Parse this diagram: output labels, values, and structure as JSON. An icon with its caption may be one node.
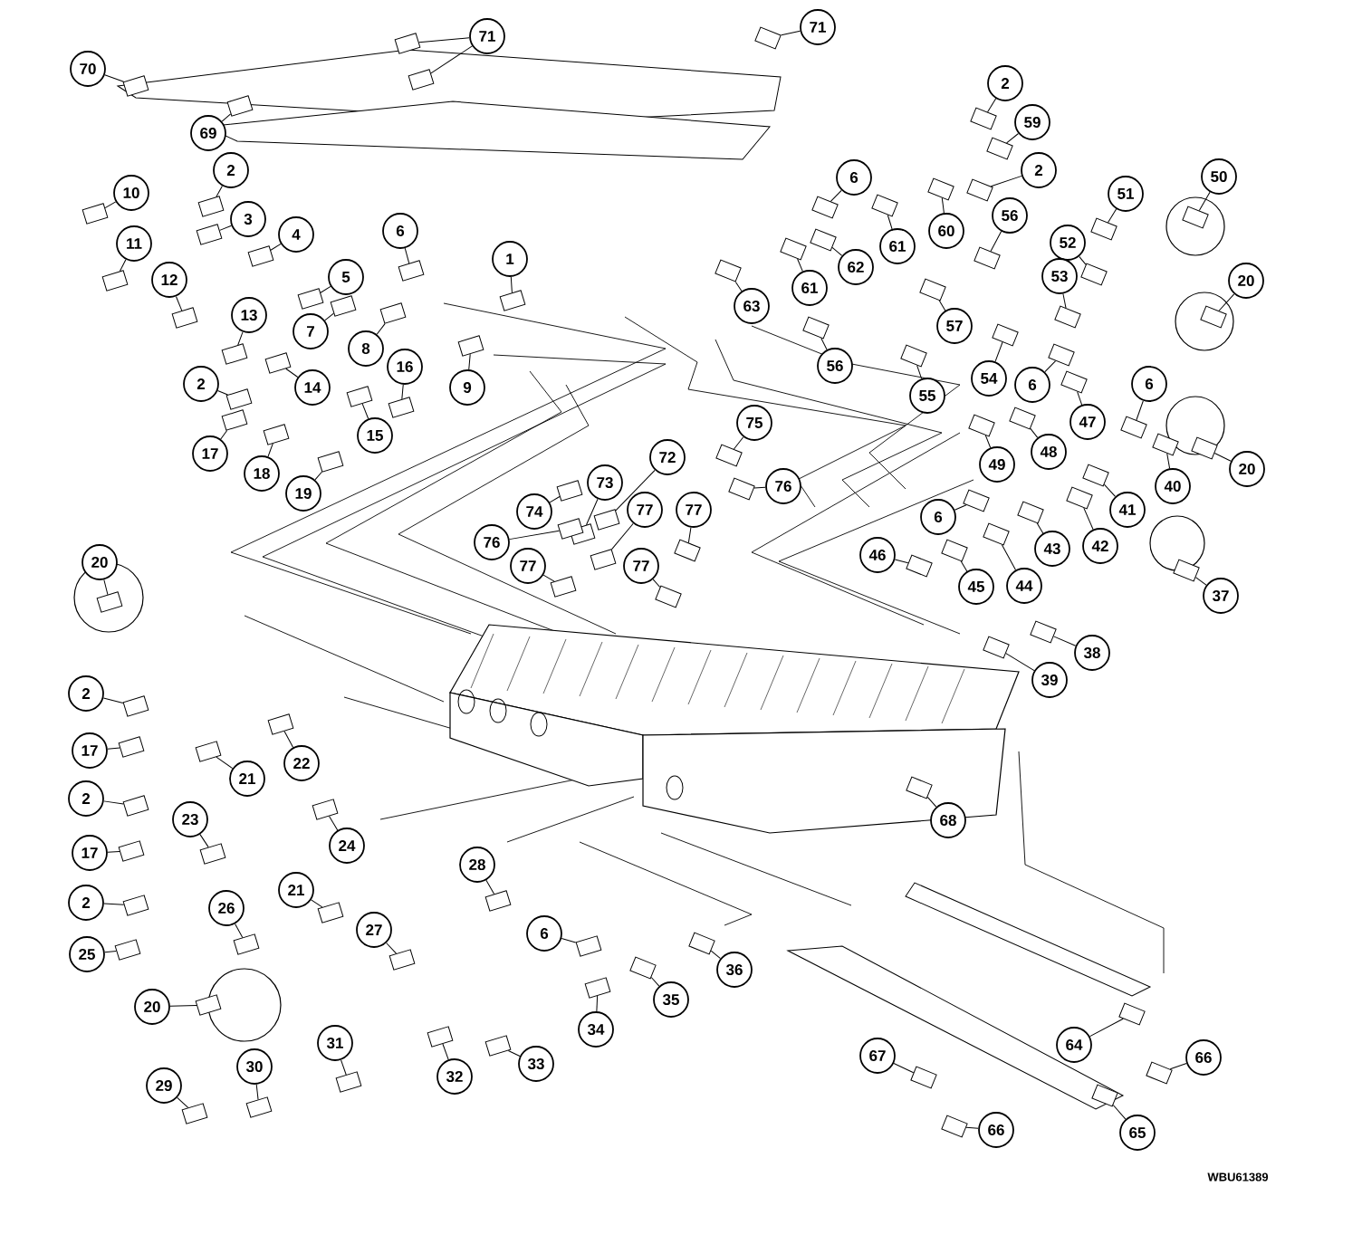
{
  "diagram": {
    "nodes": [
      {
        "text": [
          "70"
        ]
      },
      {
        "text": [
          "71"
        ]
      },
      {
        "text": [
          "71"
        ]
      },
      {
        "text": [
          "2"
        ]
      },
      {
        "text": [
          "59"
        ]
      },
      {
        "text": [
          "69"
        ]
      },
      {
        "text": [
          "2"
        ]
      },
      {
        "text": [
          "6"
        ]
      },
      {
        "text": [
          "2"
        ]
      },
      {
        "text": [
          "50"
        ]
      },
      {
        "text": [
          "10"
        ]
      },
      {
        "text": [
          "51"
        ]
      },
      {
        "text": [
          "56"
        ]
      },
      {
        "text": [
          "3"
        ]
      },
      {
        "text": [
          "6"
        ]
      },
      {
        "text": [
          "60"
        ]
      },
      {
        "text": [
          "4"
        ]
      },
      {
        "text": [
          "52"
        ]
      },
      {
        "text": [
          "11"
        ]
      },
      {
        "text": [
          "61"
        ]
      },
      {
        "text": [
          "1"
        ]
      },
      {
        "text": [
          "62"
        ]
      },
      {
        "text": [
          "53"
        ]
      },
      {
        "text": [
          "5"
        ]
      },
      {
        "text": [
          "12"
        ]
      },
      {
        "text": [
          "20"
        ]
      },
      {
        "text": [
          "61"
        ]
      },
      {
        "text": [
          "63"
        ]
      },
      {
        "text": [
          "13"
        ]
      },
      {
        "text": [
          "57"
        ]
      },
      {
        "text": [
          "7"
        ]
      },
      {
        "text": [
          "8"
        ]
      },
      {
        "text": [
          "56"
        ]
      },
      {
        "text": [
          "16"
        ]
      },
      {
        "text": [
          "54"
        ]
      },
      {
        "text": [
          "2"
        ]
      },
      {
        "text": [
          "6"
        ]
      },
      {
        "text": [
          "6"
        ]
      },
      {
        "text": [
          "9"
        ]
      },
      {
        "text": [
          "14"
        ]
      },
      {
        "text": [
          "55"
        ]
      },
      {
        "text": [
          "75"
        ]
      },
      {
        "text": [
          "47"
        ]
      },
      {
        "text": [
          "15"
        ]
      },
      {
        "text": [
          "48"
        ]
      },
      {
        "text": [
          "17"
        ]
      },
      {
        "text": [
          "72"
        ]
      },
      {
        "text": [
          "49"
        ]
      },
      {
        "text": [
          "20"
        ]
      },
      {
        "text": [
          "18"
        ]
      },
      {
        "text": [
          "73"
        ]
      },
      {
        "text": [
          "76"
        ]
      },
      {
        "text": [
          "40"
        ]
      },
      {
        "text": [
          "19"
        ]
      },
      {
        "text": [
          "77"
        ]
      },
      {
        "text": [
          "77"
        ]
      },
      {
        "text": [
          "74"
        ]
      },
      {
        "text": [
          "41"
        ]
      },
      {
        "text": [
          "6"
        ]
      },
      {
        "text": [
          "76"
        ]
      },
      {
        "text": [
          "42"
        ]
      },
      {
        "text": [
          "43"
        ]
      },
      {
        "text": [
          "46"
        ]
      },
      {
        "text": [
          "20"
        ]
      },
      {
        "text": [
          "77"
        ]
      },
      {
        "text": [
          "77"
        ]
      },
      {
        "text": [
          "44"
        ]
      },
      {
        "text": [
          "45"
        ]
      },
      {
        "text": [
          "37"
        ]
      },
      {
        "text": [
          "38"
        ]
      },
      {
        "text": [
          "39"
        ]
      },
      {
        "text": [
          "2"
        ]
      },
      {
        "text": [
          "17"
        ]
      },
      {
        "text": [
          "22"
        ]
      },
      {
        "text": [
          "21"
        ]
      },
      {
        "text": [
          "2"
        ]
      },
      {
        "text": [
          "23"
        ]
      },
      {
        "text": [
          "68"
        ]
      },
      {
        "text": [
          "24"
        ]
      },
      {
        "text": [
          "17"
        ]
      },
      {
        "text": [
          "28"
        ]
      },
      {
        "text": [
          "21"
        ]
      },
      {
        "text": [
          "2"
        ]
      },
      {
        "text": [
          "26"
        ]
      },
      {
        "text": [
          "27"
        ]
      },
      {
        "text": [
          "6"
        ]
      },
      {
        "text": [
          "25"
        ]
      },
      {
        "text": [
          "36"
        ]
      },
      {
        "text": [
          "35"
        ]
      },
      {
        "text": [
          "20"
        ]
      },
      {
        "text": [
          "34"
        ]
      },
      {
        "text": [
          "31"
        ]
      },
      {
        "text": [
          "64"
        ]
      },
      {
        "text": [
          "66"
        ]
      },
      {
        "text": [
          "67"
        ]
      },
      {
        "text": [
          "33"
        ]
      },
      {
        "text": [
          "30"
        ]
      },
      {
        "text": [
          "32"
        ]
      },
      {
        "text": [
          "29"
        ]
      },
      {
        "text": [
          "66"
        ]
      },
      {
        "text": [
          "65"
        ]
      },
      {
        "text": [],
        "shape": "box"
      },
      {
        "text": [],
        "shape": "box"
      },
      {
        "text": [],
        "shape": "box"
      },
      {
        "text": [],
        "shape": "box"
      },
      {
        "text": [],
        "shape": "box"
      },
      {
        "text": [],
        "shape": "box"
      },
      {
        "text": [],
        "shape": "box"
      },
      {
        "text": [],
        "shape": "box"
      },
      {
        "text": [],
        "shape": "box"
      },
      {
        "text": [],
        "shape": "box"
      },
      {
        "text": [],
        "shape": "box"
      },
      {
        "text": [],
        "shape": "box"
      },
      {
        "text": [],
        "shape": "box"
      },
      {
        "text": [],
        "shape": "box"
      },
      {
        "text": [],
        "shape": "box"
      },
      {
        "text": [],
        "shape": "box"
      },
      {
        "text": [],
        "shape": "box"
      },
      {
        "text": [],
        "shape": "box"
      },
      {
        "text": [],
        "shape": "box"
      },
      {
        "text": [],
        "shape": "box"
      },
      {
        "text": [],
        "shape": "box"
      },
      {
        "text": [],
        "shape": "box"
      },
      {
        "text": [],
        "shape": "box"
      },
      {
        "text": [],
        "shape": "box"
      },
      {
        "text": [],
        "shape": "box"
      },
      {
        "text": [],
        "shape": "box"
      },
      {
        "text": [],
        "shape": "box"
      },
      {
        "text": [],
        "shape": "box"
      },
      {
        "text": [],
        "shape": "box"
      },
      {
        "text": [],
        "shape": "box"
      },
      {
        "text": [],
        "shape": "box"
      },
      {
        "text": [],
        "shape": "box"
      },
      {
        "text": [],
        "shape": "box"
      },
      {
        "text": [],
        "shape": "box"
      },
      {
        "text": [],
        "shape": "box"
      },
      {
        "text": [],
        "shape": "box"
      },
      {
        "text": [],
        "shape": "box"
      },
      {
        "text": [],
        "shape": "box"
      },
      {
        "text": [],
        "shape": "box"
      },
      {
        "text": [],
        "shape": "box"
      },
      {
        "text": [],
        "shape": "box"
      },
      {
        "text": [],
        "shape": "box"
      },
      {
        "text": [],
        "shape": "box"
      },
      {
        "text": [],
        "shape": "box"
      },
      {
        "text": [],
        "shape": "box"
      },
      {
        "text": [],
        "shape": "box"
      },
      {
        "text": [],
        "shape": "box"
      },
      {
        "text": [],
        "shape": "box"
      },
      {
        "text": [],
        "shape": "box"
      },
      {
        "text": [],
        "shape": "box"
      },
      {
        "text": [],
        "shape": "box"
      },
      {
        "text": [],
        "shape": "box"
      },
      {
        "text": [],
        "shape": "box"
      },
      {
        "text": [],
        "shape": "box"
      },
      {
        "text": [],
        "shape": "box"
      },
      {
        "text": [],
        "shape": "box"
      },
      {
        "text": [],
        "shape": "box"
      },
      {
        "text": [],
        "shape": "box"
      },
      {
        "text": [],
        "shape": "box"
      },
      {
        "text": [],
        "shape": "box"
      },
      {
        "text": [],
        "shape": "box"
      },
      {
        "text": [],
        "shape": "box"
      },
      {
        "text": [],
        "shape": "box"
      },
      {
        "text": [],
        "shape": "box"
      },
      {
        "text": [],
        "shape": "box"
      },
      {
        "text": [],
        "shape": "box"
      },
      {
        "text": [],
        "shape": "box"
      },
      {
        "text": [],
        "shape": "box"
      },
      {
        "text": [],
        "shape": "box"
      },
      {
        "text": [],
        "shape": "box"
      },
      {
        "text": [],
        "shape": "box"
      },
      {
        "text": [],
        "shape": "box"
      },
      {
        "text": [],
        "shape": "box"
      },
      {
        "text": [],
        "shape": "box"
      },
      {
        "text": [],
        "shape": "box"
      },
      {
        "text": [],
        "shape": "box"
      },
      {
        "text": [],
        "shape": "box"
      },
      {
        "text": [],
        "shape": "box"
      },
      {
        "text": [],
        "shape": "box"
      },
      {
        "text": [],
        "shape": "box"
      },
      {
        "text": [],
        "shape": "box"
      },
      {
        "text": [],
        "shape": "box"
      },
      {
        "text": [],
        "shape": "box"
      },
      {
        "text": [],
        "shape": "box"
      },
      {
        "text": [],
        "shape": "box"
      },
      {
        "text": [],
        "shape": "box"
      },
      {
        "text": [],
        "shape": "box"
      },
      {
        "text": [],
        "shape": "box"
      },
      {
        "text": [],
        "shape": "box"
      },
      {
        "text": [],
        "shape": "box"
      },
      {
        "text": [],
        "shape": "box"
      },
      {
        "text": [],
        "shape": "box"
      },
      {
        "text": [],
        "shape": "box"
      },
      {
        "text": [],
        "shape": "box"
      },
      {
        "text": [],
        "shape": "box"
      },
      {
        "text": [],
        "shape": "box"
      },
      {
        "text": [],
        "shape": "box"
      },
      {
        "text": [],
        "shape": "box"
      },
      {
        "text": [],
        "shape": "box"
      },
      {
        "text": [],
        "shape": "box"
      },
      {
        "text": [],
        "shape": "box"
      },
      {
        "text": [],
        "shape": "box"
      }
    ],
    "edges": [
      {
        "from": 0,
        "to": 101,
        "arrow": "none"
      },
      {
        "from": 1,
        "to": 102,
        "arrow": "none"
      },
      {
        "from": 1,
        "to": 103,
        "arrow": "none"
      },
      {
        "from": 2,
        "to": 104,
        "arrow": "none"
      },
      {
        "from": 3,
        "to": 105,
        "arrow": "none"
      },
      {
        "from": 4,
        "to": 106,
        "arrow": "none"
      },
      {
        "from": 5,
        "to": 107,
        "arrow": "none"
      },
      {
        "from": 6,
        "to": 108,
        "arrow": "none"
      },
      {
        "from": 7,
        "to": 109,
        "arrow": "none"
      },
      {
        "from": 8,
        "to": 110,
        "arrow": "none"
      },
      {
        "from": 9,
        "to": 111,
        "arrow": "none"
      },
      {
        "from": 10,
        "to": 112,
        "arrow": "none"
      },
      {
        "from": 11,
        "to": 113,
        "arrow": "none"
      },
      {
        "from": 12,
        "to": 114,
        "arrow": "none"
      },
      {
        "from": 13,
        "to": 115,
        "arrow": "none"
      },
      {
        "from": 14,
        "to": 116,
        "arrow": "none"
      },
      {
        "from": 15,
        "to": 117,
        "arrow": "none"
      },
      {
        "from": 16,
        "to": 118,
        "arrow": "none"
      },
      {
        "from": 17,
        "to": 119,
        "arrow": "none"
      },
      {
        "from": 18,
        "to": 120,
        "arrow": "none"
      },
      {
        "from": 19,
        "to": 121,
        "arrow": "none"
      },
      {
        "from": 20,
        "to": 122,
        "arrow": "none"
      },
      {
        "from": 21,
        "to": 123,
        "arrow": "none"
      },
      {
        "from": 22,
        "to": 124,
        "arrow": "none"
      },
      {
        "from": 23,
        "to": 125,
        "arrow": "none"
      },
      {
        "from": 24,
        "to": 126,
        "arrow": "none"
      },
      {
        "from": 25,
        "to": 127,
        "arrow": "none"
      },
      {
        "from": 26,
        "to": 128,
        "arrow": "none"
      },
      {
        "from": 27,
        "to": 129,
        "arrow": "none"
      },
      {
        "from": 28,
        "to": 130,
        "arrow": "none"
      },
      {
        "from": 29,
        "to": 131,
        "arrow": "none"
      },
      {
        "from": 30,
        "to": 132,
        "arrow": "none"
      },
      {
        "from": 31,
        "to": 133,
        "arrow": "none"
      },
      {
        "from": 32,
        "to": 134,
        "arrow": "none"
      },
      {
        "from": 33,
        "to": 135,
        "arrow": "none"
      },
      {
        "from": 34,
        "to": 136,
        "arrow": "none"
      },
      {
        "from": 35,
        "to": 137,
        "arrow": "none"
      },
      {
        "from": 36,
        "to": 138,
        "arrow": "none"
      },
      {
        "from": 37,
        "to": 139,
        "arrow": "none"
      },
      {
        "from": 38,
        "to": 140,
        "arrow": "none"
      },
      {
        "from": 39,
        "to": 141,
        "arrow": "none"
      },
      {
        "from": 40,
        "to": 142,
        "arrow": "none"
      },
      {
        "from": 41,
        "to": 143,
        "arrow": "none"
      },
      {
        "from": 42,
        "to": 144,
        "arrow": "none"
      },
      {
        "from": 43,
        "to": 145,
        "arrow": "none"
      },
      {
        "from": 44,
        "to": 146,
        "arrow": "none"
      },
      {
        "from": 45,
        "to": 147,
        "arrow": "none"
      },
      {
        "from": 46,
        "to": 148,
        "arrow": "none"
      },
      {
        "from": 47,
        "to": 149,
        "arrow": "none"
      },
      {
        "from": 48,
        "to": 150,
        "arrow": "none"
      },
      {
        "from": 49,
        "to": 151,
        "arrow": "none"
      },
      {
        "from": 50,
        "to": 152,
        "arrow": "none"
      },
      {
        "from": 51,
        "to": 153,
        "arrow": "none"
      },
      {
        "from": 52,
        "to": 154,
        "arrow": "none"
      },
      {
        "from": 53,
        "to": 155,
        "arrow": "none"
      },
      {
        "from": 54,
        "to": 156,
        "arrow": "none"
      },
      {
        "from": 55,
        "to": 157,
        "arrow": "none"
      },
      {
        "from": 56,
        "to": 158,
        "arrow": "none"
      },
      {
        "from": 57,
        "to": 159,
        "arrow": "none"
      },
      {
        "from": 58,
        "to": 160,
        "arrow": "none"
      },
      {
        "from": 59,
        "to": 161,
        "arrow": "none"
      },
      {
        "from": 60,
        "to": 162,
        "arrow": "none"
      },
      {
        "from": 61,
        "to": 163,
        "arrow": "none"
      },
      {
        "from": 62,
        "to": 164,
        "arrow": "none"
      },
      {
        "from": 63,
        "to": 165,
        "arrow": "none"
      },
      {
        "from": 64,
        "to": 166,
        "arrow": "none"
      },
      {
        "from": 65,
        "to": 167,
        "arrow": "none"
      },
      {
        "from": 66,
        "to": 168,
        "arrow": "none"
      },
      {
        "from": 67,
        "to": 169,
        "arrow": "none"
      },
      {
        "from": 68,
        "to": 170,
        "arrow": "none"
      },
      {
        "from": 69,
        "to": 171,
        "arrow": "none"
      },
      {
        "from": 70,
        "to": 172,
        "arrow": "none"
      },
      {
        "from": 71,
        "to": 173,
        "arrow": "none"
      },
      {
        "from": 72,
        "to": 174,
        "arrow": "none"
      },
      {
        "from": 73,
        "to": 175,
        "arrow": "none"
      },
      {
        "from": 74,
        "to": 176,
        "arrow": "none"
      },
      {
        "from": 75,
        "to": 177,
        "arrow": "none"
      },
      {
        "from": 76,
        "to": 178,
        "arrow": "none"
      },
      {
        "from": 77,
        "to": 179,
        "arrow": "none"
      },
      {
        "from": 78,
        "to": 180,
        "arrow": "none"
      },
      {
        "from": 79,
        "to": 181,
        "arrow": "none"
      },
      {
        "from": 80,
        "to": 182,
        "arrow": "none"
      },
      {
        "from": 81,
        "to": 183,
        "arrow": "none"
      },
      {
        "from": 82,
        "to": 184,
        "arrow": "none"
      },
      {
        "from": 83,
        "to": 185,
        "arrow": "none"
      },
      {
        "from": 84,
        "to": 186,
        "arrow": "none"
      },
      {
        "from": 85,
        "to": 187,
        "arrow": "none"
      },
      {
        "from": 86,
        "to": 188,
        "arrow": "none"
      },
      {
        "from": 87,
        "to": 189,
        "arrow": "none"
      },
      {
        "from": 88,
        "to": 190,
        "arrow": "none"
      },
      {
        "from": 89,
        "to": 191,
        "arrow": "none"
      },
      {
        "from": 90,
        "to": 192,
        "arrow": "none"
      },
      {
        "from": 91,
        "to": 193,
        "arrow": "none"
      },
      {
        "from": 92,
        "to": 194,
        "arrow": "none"
      },
      {
        "from": 93,
        "to": 195,
        "arrow": "none"
      },
      {
        "from": 94,
        "to": 196,
        "arrow": "none"
      },
      {
        "from": 95,
        "to": 197,
        "arrow": "none"
      },
      {
        "from": 96,
        "to": 198,
        "arrow": "none"
      },
      {
        "from": 97,
        "to": 199,
        "arrow": "none"
      },
      {
        "from": 98,
        "to": 200,
        "arrow": "none"
      },
      {
        "from": 99,
        "to": 201,
        "arrow": "none"
      },
      {
        "from": 100,
        "to": 202,
        "arrow": "none"
      }
    ],
    "labels": [
      "WBU61389"
    ]
  }
}
